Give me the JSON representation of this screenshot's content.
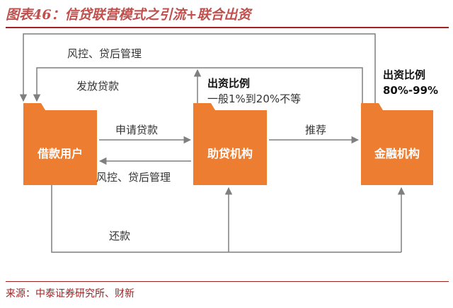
{
  "title": "图表46：信贷联营模式之引流+联合出资",
  "source": "来源：中泰证券研究所、财新",
  "colors": {
    "node_fill": "#ed7d31",
    "arrow": "#7f7f7f",
    "title": "#c0504d",
    "rule": "#a32020"
  },
  "nodes": {
    "borrower": "借款用户",
    "facilitator": "助贷机构",
    "financial": "金融机构"
  },
  "edges": {
    "top_risk_control": "风控、贷后管理",
    "disburse": "发放贷款",
    "apply": "申请贷款",
    "risk_control": "风控、贷后管理",
    "recommend": "推荐",
    "repay": "还款"
  },
  "facilitator_share": {
    "heading": "出资比例",
    "value": "一般1%到20%不等"
  },
  "financial_share": {
    "heading": "出资比例",
    "value": "80%-99%"
  }
}
